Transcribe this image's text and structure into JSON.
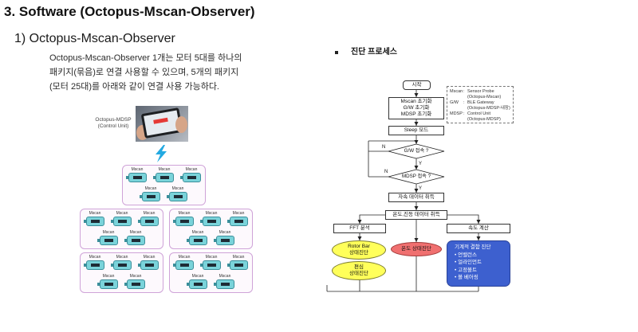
{
  "title": "3. Software (Octopus-Mscan-Observer)",
  "section": {
    "heading": "1) Octopus-Mscan-Observer",
    "paragraph_lines": [
      "Octopus-Mscan-Observer 1개는 모터 5대를 하나의",
      "패키지(묶음)로 연결 사용할 수 있으며, 5개의 패키지",
      "(모터 25대)를 아래와 같이 연결 사용 가능하다."
    ]
  },
  "control_unit": {
    "label_lines": [
      "Octopus-MDSP",
      "(Control Unit)"
    ],
    "photo": "tablet-photo",
    "link_icon": "lightning-bolt-icon"
  },
  "packages": [
    {
      "motors": [
        "Mscan",
        "Mscan",
        "Mscan",
        "Mscan",
        "Mscan"
      ]
    },
    {
      "motors": [
        "Mscan",
        "Mscan",
        "Mscan",
        "Mscan",
        "Mscan"
      ]
    },
    {
      "motors": [
        "Mscan",
        "Mscan",
        "Mscan",
        "Mscan",
        "Mscan"
      ]
    },
    {
      "motors": [
        "Mscan",
        "Mscan",
        "Mscan",
        "Mscan",
        "Mscan"
      ]
    },
    {
      "motors": [
        "Mscan",
        "Mscan",
        "Mscan",
        "Mscan",
        "Mscan"
      ]
    }
  ],
  "process": {
    "heading": "진단 프로세스",
    "start": "시작",
    "init_lines": [
      "Mscan 초기화",
      "G/W 초기화",
      "MDSP 초기화"
    ],
    "sleep": "Sleep 모드",
    "decision_gw": "G/W 접속 ?",
    "decision_mdsp": "MDSP 접속 ?",
    "yes_label": "Y",
    "no_label": "N",
    "acquire_flux": "자속 데이터 취득",
    "acquire_temp_vibration": "온도,진동 데이터 취득",
    "fft": "FFT 분석",
    "speed": "속도 계산",
    "rotor_bar_lines": [
      "Rotor Bar",
      "상태진단"
    ],
    "eccentric_lines": [
      "편심",
      "상태진단"
    ],
    "temperature": "온도 상태진단",
    "mechanical": {
      "title": "기계적 결함 진단",
      "items": [
        "언밸런스",
        "얼라인먼트",
        "고정볼트",
        "볼 베어링"
      ]
    },
    "legend": {
      "separator": ":",
      "entries": [
        {
          "term": "Mscan",
          "definition": "Sensor Probe",
          "note": "(Octopus-Mscan)"
        },
        {
          "term": "G/W",
          "definition": "BLE Gateway",
          "note": "(Octopus-MDSP-내장)"
        },
        {
          "term": "MDSP",
          "definition": "Control Unit",
          "note": "(Octopus-MDSP)"
        }
      ]
    }
  },
  "colors": {
    "package_border": "#cfa3d8",
    "motor_body": "#7ad3da",
    "link_bolt": "#23a9e1",
    "rotor_eccentric_fill": "#ffff5a",
    "temperature_fill": "#f07070",
    "mechanical_fill": "#3d60cf"
  }
}
